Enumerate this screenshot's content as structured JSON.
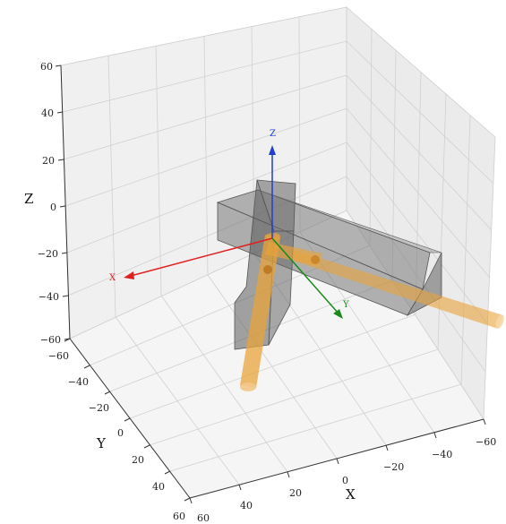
{
  "axes": {
    "x_label": "X",
    "y_label": "Y",
    "z_label": "Z",
    "z_ticks": [
      "60",
      "40",
      "20",
      "0",
      "−20",
      "−40",
      "−60"
    ],
    "y_ticks": [
      "−60",
      "−40",
      "−20",
      "0",
      "20",
      "40",
      "60"
    ],
    "x_ticks": [
      "60",
      "40",
      "20",
      "0",
      "−20",
      "−40",
      "−60"
    ]
  },
  "triad": {
    "x_label": "X",
    "y_label": "Y",
    "z_label": "Z",
    "x_color": "#e02020",
    "y_color": "#1a8a1a",
    "z_color": "#1f3fd0"
  },
  "colors": {
    "pane": "#f2f2f2",
    "grid": "#d2d2d2",
    "box_fill": "#6e6e6e",
    "box_edge": "#4a4a4a",
    "cylinder": "#e8a33a",
    "cylinder_light": "#f6d7a4"
  }
}
